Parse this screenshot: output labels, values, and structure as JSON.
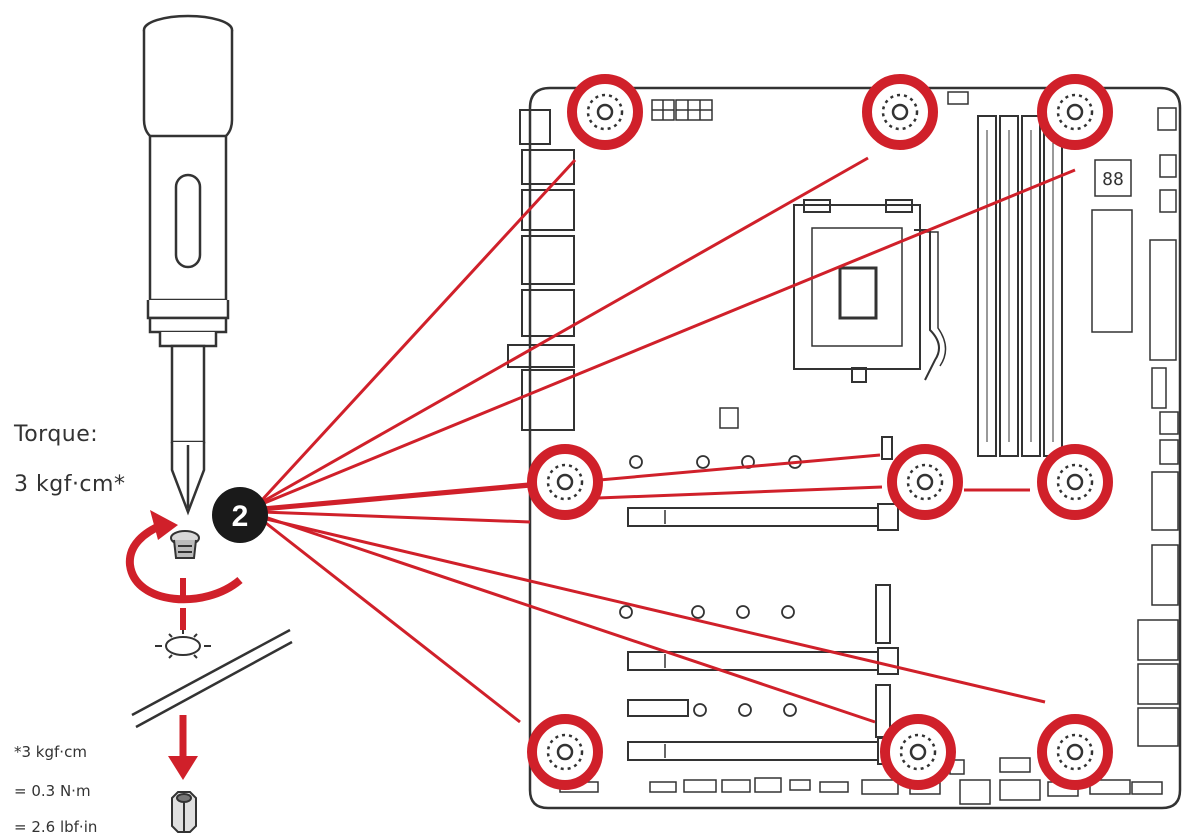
{
  "torque": {
    "label": "Torque:",
    "value": "3 kgf·cm*"
  },
  "step_number": "2",
  "footnote": {
    "line1": "*3 kgf·cm",
    "line2": "= 0.3 N·m",
    "line3": "= 2.6 lbf·in"
  },
  "colors": {
    "accent": "#d0202a",
    "line": "#333333",
    "badge": "#1a1a1a"
  },
  "icons": [
    "screwdriver-icon",
    "screw-icon",
    "rotation-arrow-icon",
    "standoff-icon",
    "screw-hole-icon"
  ]
}
